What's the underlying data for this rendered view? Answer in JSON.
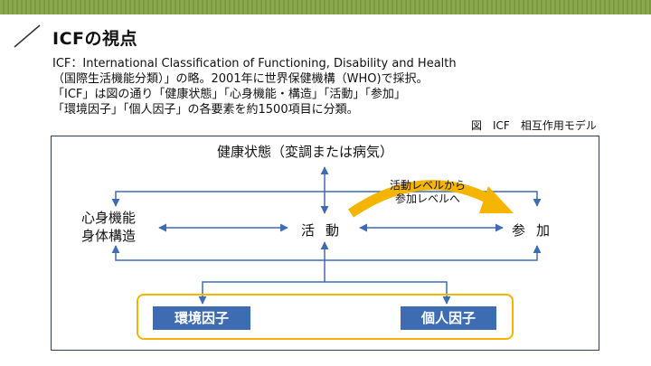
{
  "slide": {
    "title": "ICFの視点",
    "lines": [
      "ICF：International Classification of Functioning, Disability and Health",
      "（国際生活機能分類）」の略。2001年に世界保健機構（WHO)で採択。",
      "「ICF」は図の通り「健康状態」「心身機能・構造」「活動」「参加」",
      "「環境因子」「個人因子」の各要素を約1500項目に分類。"
    ],
    "figure_caption": "図　ICF　相互作用モデル"
  },
  "diagram": {
    "health_condition": "健康状態（変調または病気）",
    "body_functions_line1": "心身機能",
    "body_functions_line2": "身体構造",
    "activity": "活動",
    "participation": "参加",
    "arc_label_line1": "活動レベルから",
    "arc_label_line2": "参加レベルへ",
    "environmental_factors": "環境因子",
    "personal_factors": "個人因子"
  },
  "colors": {
    "arrow_blue": "#3d6cb3",
    "highlight_yellow": "#f4b400",
    "factor_fill": "#3d6cb3",
    "frame": "#2f3e55",
    "top_band": "#8aa84c"
  }
}
